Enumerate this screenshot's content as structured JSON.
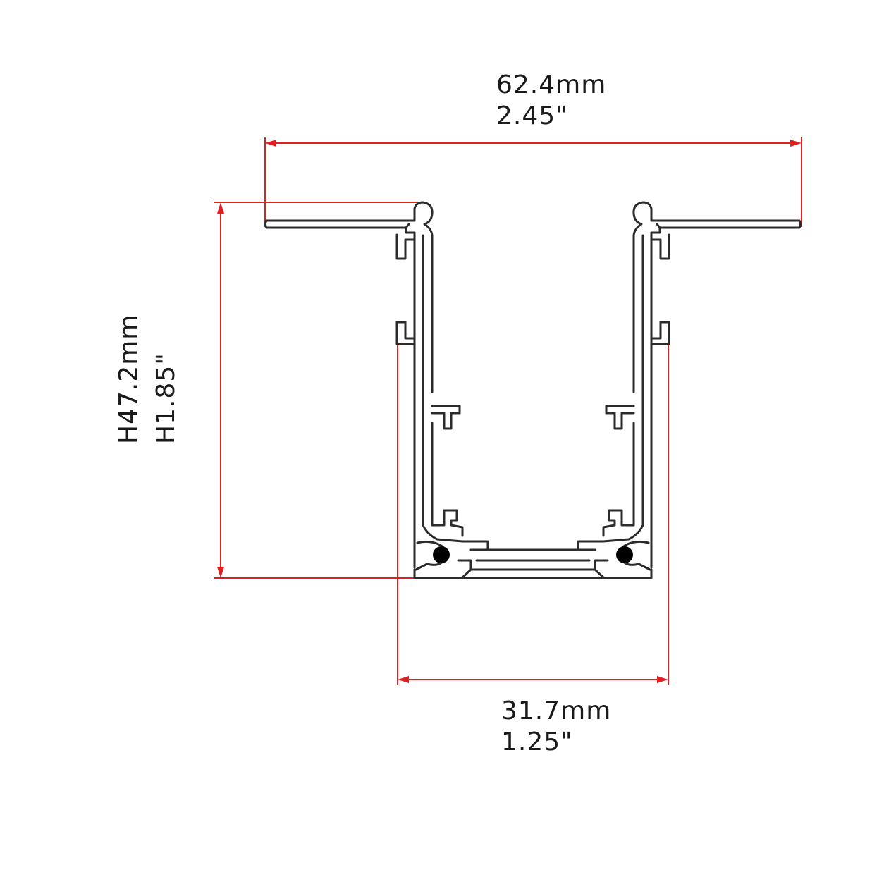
{
  "dimensions": {
    "width_top": {
      "mm": "62.4mm",
      "inch": "2.45\""
    },
    "height": {
      "mm": "H47.2mm",
      "inch": "H1.85\""
    },
    "width_bottom": {
      "mm": "31.7mm",
      "inch": "1.25\""
    }
  },
  "colors": {
    "dimension_lines": "#e02020",
    "profile_outline": "#2b2b2b",
    "text": "#1a1a1a"
  }
}
